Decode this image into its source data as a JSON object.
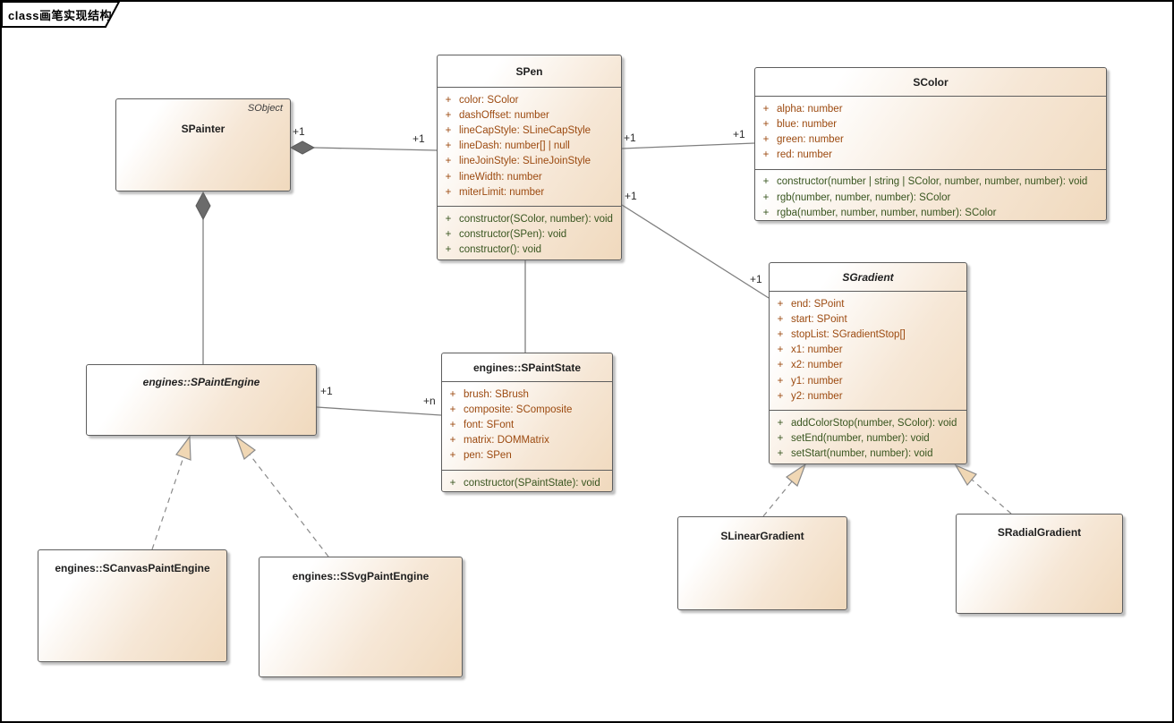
{
  "frame": {
    "tab_label": "class画笔实现结构"
  },
  "member_prefix": "+",
  "colors": {
    "box_fill_start": "#ffffff",
    "box_fill_end": "#f0d9bd",
    "box_border": "#5e5e5e",
    "attribute_text": "#9c4a10",
    "operation_text": "#38551f",
    "title_text": "#1f1f1f",
    "connector_line": "#7f7f7f",
    "diamond_fill": "#6b6b6b",
    "triangle_fill": "#f0d7b4"
  },
  "classes": {
    "spainter": {
      "name": "SPainter",
      "corner_label": "SObject",
      "attributes": [],
      "operations": []
    },
    "spen": {
      "name": "SPen",
      "attributes": [
        "color: SColor",
        "dashOffset: number",
        "lineCapStyle: SLineCapStyle",
        "lineDash: number[] | null",
        "lineJoinStyle: SLineJoinStyle",
        "lineWidth: number",
        "miterLimit: number"
      ],
      "operations": [
        "constructor(SColor, number): void",
        "constructor(SPen): void",
        "constructor(): void"
      ]
    },
    "scolor": {
      "name": "SColor",
      "attributes": [
        "alpha: number",
        "blue: number",
        "green: number",
        "red: number"
      ],
      "operations": [
        "constructor(number | string | SColor, number, number, number): void",
        "rgb(number, number, number): SColor",
        "rgba(number, number, number, number): SColor"
      ]
    },
    "sgradient": {
      "name": "SGradient",
      "attributes": [
        "end: SPoint",
        "start: SPoint",
        "stopList: SGradientStop[]",
        "x1: number",
        "x2: number",
        "y1: number",
        "y2: number"
      ],
      "operations": [
        "addColorStop(number, SColor): void",
        "setEnd(number, number): void",
        "setStart(number, number): void"
      ]
    },
    "spaintstate": {
      "name": "engines::SPaintState",
      "attributes": [
        "brush: SBrush",
        "composite: SComposite",
        "font: SFont",
        "matrix: DOMMatrix",
        "pen: SPen"
      ],
      "operations": [
        "constructor(SPaintState): void"
      ]
    },
    "spaintengine": {
      "name": "engines::SPaintEngine",
      "attributes": [],
      "operations": []
    },
    "scanvaspaintengine": {
      "name": "engines::SCanvasPaintEngine",
      "attributes": [],
      "operations": []
    },
    "ssvgpaintengine": {
      "name": "engines::SSvgPaintEngine",
      "attributes": [],
      "operations": []
    },
    "slineargradient": {
      "name": "SLinearGradient",
      "attributes": [],
      "operations": []
    },
    "sradialgradient": {
      "name": "SRadialGradient",
      "attributes": [],
      "operations": []
    }
  },
  "connectors": {
    "spainter_spen": {
      "type": "aggregation",
      "end_labels": [
        "+1",
        "+1"
      ]
    },
    "spen_scolor": {
      "type": "association",
      "end_labels": [
        "+1",
        "+1"
      ]
    },
    "spen_sgradient": {
      "type": "association",
      "end_labels": [
        "+1",
        "+1"
      ]
    },
    "spainter_spaintengine": {
      "type": "aggregation",
      "end_labels": []
    },
    "spen_spaintstate": {
      "type": "association",
      "end_labels": []
    },
    "spaintengine_spaintstate": {
      "type": "association",
      "end_labels": [
        "+1",
        "+n"
      ]
    },
    "generalizations": [
      "engines::SCanvasPaintEngine -> engines::SPaintEngine",
      "engines::SSvgPaintEngine -> engines::SPaintEngine",
      "SLinearGradient -> SGradient",
      "SRadialGradient -> SGradient"
    ]
  }
}
